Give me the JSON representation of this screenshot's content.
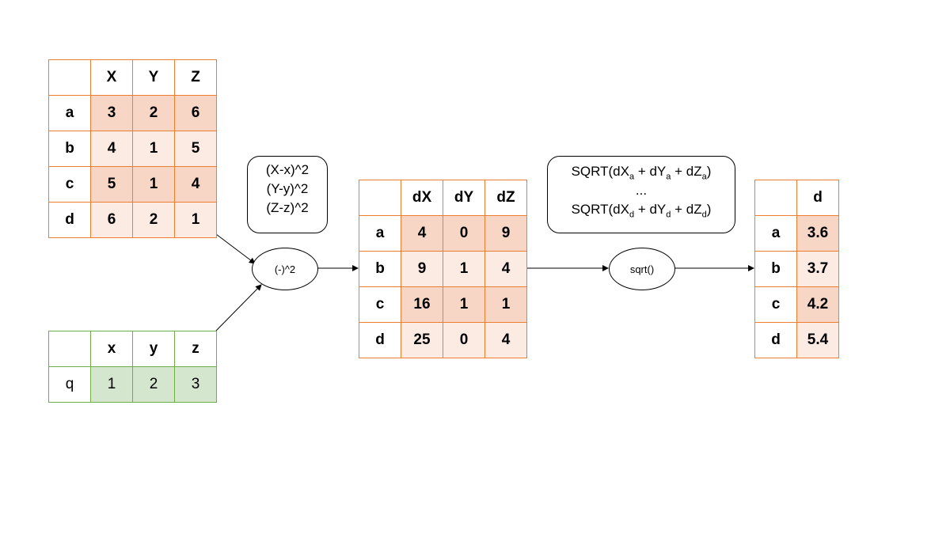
{
  "data_table": {
    "headers": [
      "",
      "X",
      "Y",
      "Z"
    ],
    "rows": [
      {
        "label": "a",
        "values": [
          "3",
          "2",
          "6"
        ]
      },
      {
        "label": "b",
        "values": [
          "4",
          "1",
          "5"
        ]
      },
      {
        "label": "c",
        "values": [
          "5",
          "1",
          "4"
        ]
      },
      {
        "label": "d",
        "values": [
          "6",
          "2",
          "1"
        ]
      }
    ]
  },
  "query_table": {
    "headers": [
      "",
      "x",
      "y",
      "z"
    ],
    "rows": [
      {
        "label": "q",
        "values": [
          "1",
          "2",
          "3"
        ]
      }
    ]
  },
  "diff_table": {
    "headers": [
      "",
      "dX",
      "dY",
      "dZ"
    ],
    "rows": [
      {
        "label": "a",
        "values": [
          "4",
          "0",
          "9"
        ]
      },
      {
        "label": "b",
        "values": [
          "9",
          "1",
          "4"
        ]
      },
      {
        "label": "c",
        "values": [
          "16",
          "1",
          "1"
        ]
      },
      {
        "label": "d",
        "values": [
          "25",
          "0",
          "4"
        ]
      }
    ]
  },
  "dist_table": {
    "headers": [
      "",
      "d"
    ],
    "rows": [
      {
        "label": "a",
        "values": [
          "3.6"
        ]
      },
      {
        "label": "b",
        "values": [
          "3.7"
        ]
      },
      {
        "label": "c",
        "values": [
          "4.2"
        ]
      },
      {
        "label": "d",
        "values": [
          "5.4"
        ]
      }
    ]
  },
  "formula_box": {
    "lines": [
      "(X-x)^2",
      "(Y-y)^2",
      "(Z-z)^2"
    ]
  },
  "sqrt_box": {
    "line1_prefix": "SQRT(dX",
    "line1_sub1": "a",
    "line1_mid1": " + dY",
    "line1_sub2": "a",
    "line1_mid2": " + dZ",
    "line1_sub3": "a",
    "line1_suffix": ")",
    "ellipsis": "...",
    "line3_prefix": "SQRT(dX",
    "line3_sub1": "d",
    "line3_mid1": " + dY",
    "line3_sub2": "d",
    "line3_mid2": " + dZ",
    "line3_sub3": "d",
    "line3_suffix": ")"
  },
  "operations": {
    "square": "(-)^2",
    "sqrt": "sqrt()"
  },
  "colors": {
    "orange_border": "#ED7D31",
    "orange_dark": "#F8D6C5",
    "orange_light": "#FCEBE3",
    "green_border": "#70AD47",
    "green_fill": "#D5E6CE"
  }
}
